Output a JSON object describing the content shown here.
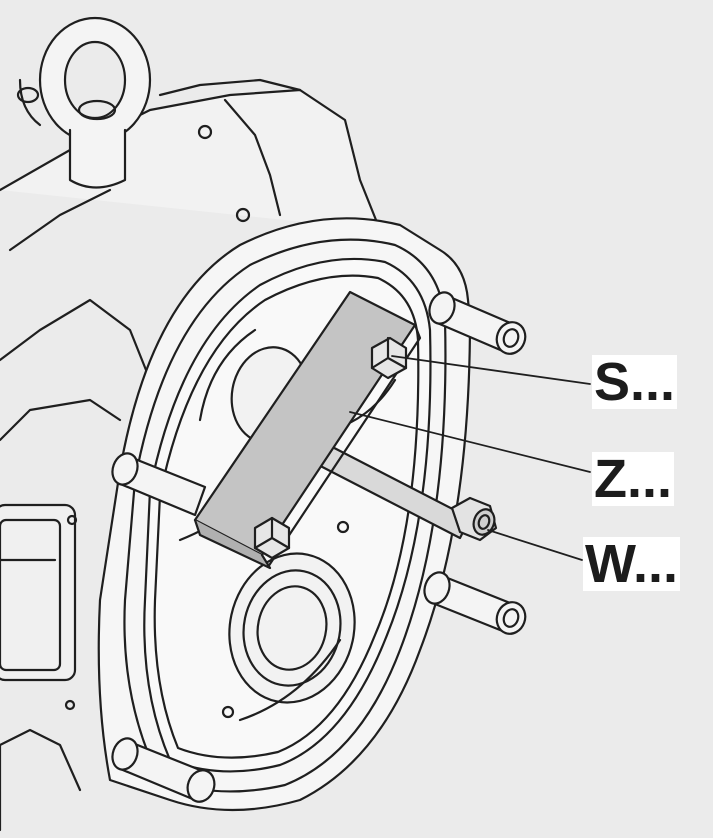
{
  "callouts": [
    {
      "key": "s",
      "label": "S..."
    },
    {
      "key": "z",
      "label": "Z..."
    },
    {
      "key": "w",
      "label": "W..."
    }
  ],
  "colors": {
    "background": "#ebebeb",
    "line": "#1f1f1f",
    "tool_fill": "#c4c4c4",
    "label_text": "#1c1c1c"
  }
}
